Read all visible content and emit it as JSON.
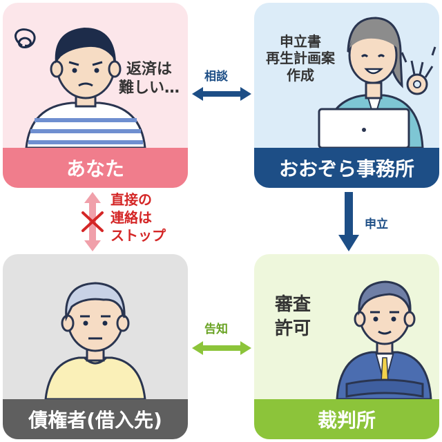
{
  "cards": {
    "you": {
      "label": "あなた",
      "speech_line1": "返済は",
      "speech_line2": "難しい…"
    },
    "office": {
      "label": "おおぞら事務所",
      "speech_line1": "申立書",
      "speech_line2": "再生計画案",
      "speech_line3": "作成"
    },
    "creditor": {
      "label": "債権者(借入先)"
    },
    "court": {
      "label": "裁判所",
      "speech_line1": "審査",
      "speech_line2": "許可"
    }
  },
  "arrows": {
    "consult": "相談",
    "file": "申立",
    "notify": "告知",
    "stop_line1": "直接の",
    "stop_line2": "連絡は",
    "stop_line3": "ストップ"
  },
  "colors": {
    "you": "#f07d8c",
    "office": "#1d4e86",
    "creditor": "#5f5f5f",
    "court": "#8cc43a",
    "stop": "#d42626"
  }
}
